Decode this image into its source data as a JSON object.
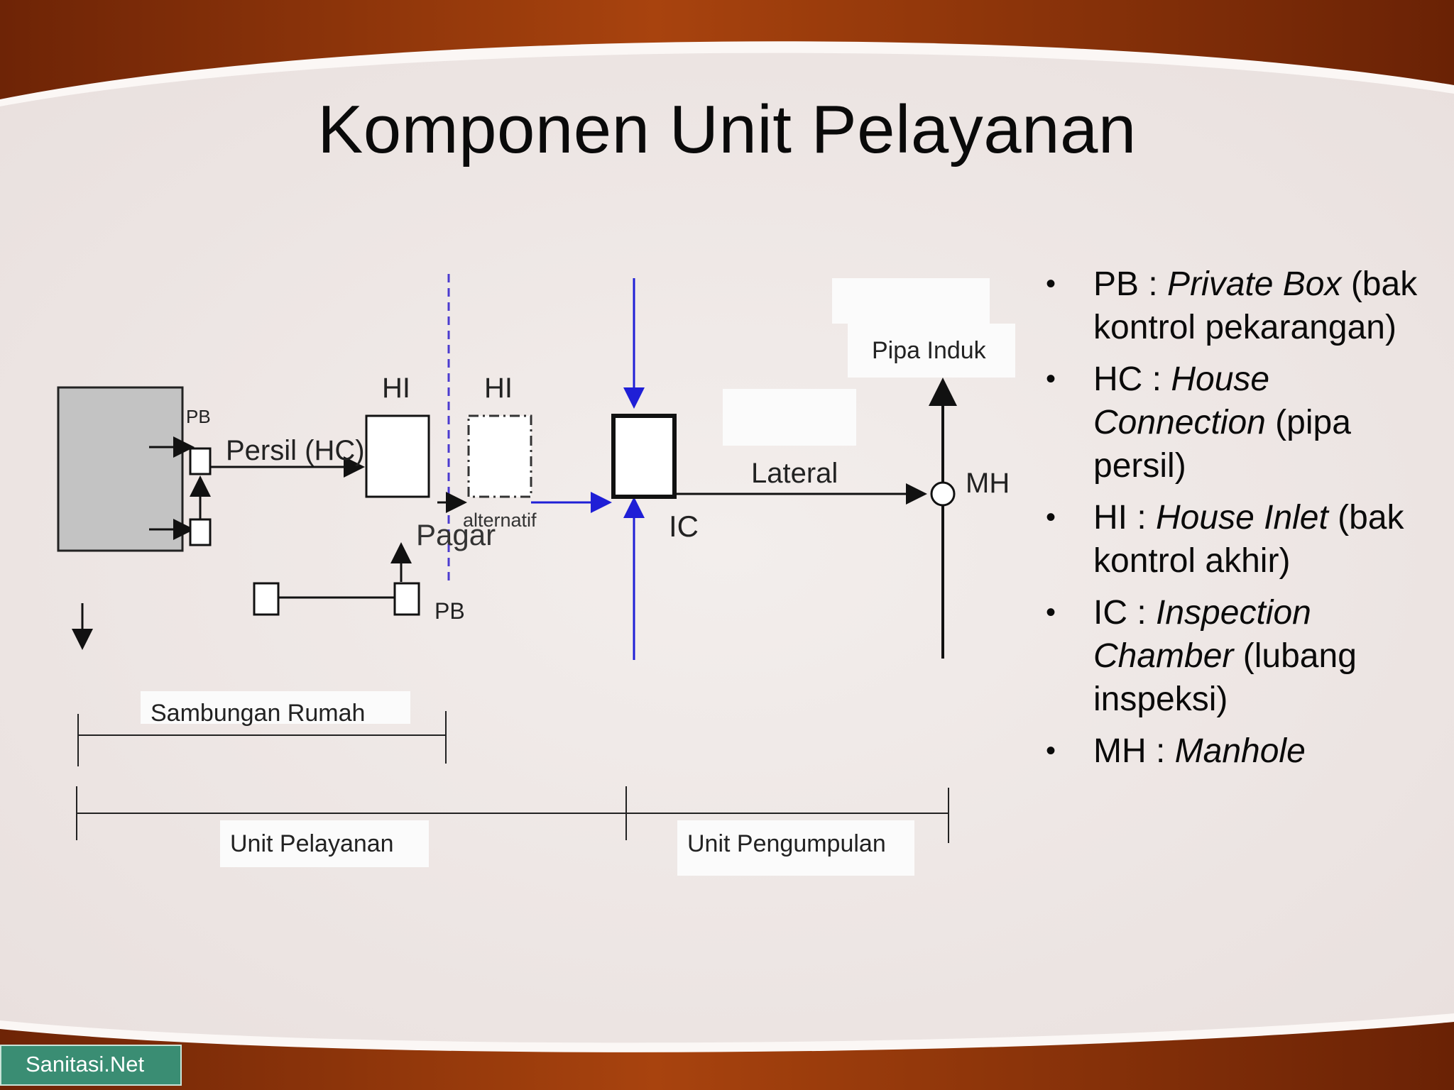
{
  "slide": {
    "title": "Komponen Unit Pelayanan",
    "footer": "Sanitasi.Net",
    "colors": {
      "frame": "#8a3308",
      "panel": "#efe8e6",
      "footer_bg": "#3a8d73",
      "pipe_blue": "#1f1fd6"
    }
  },
  "diagram": {
    "labels": {
      "pb_top": "PB",
      "persil": "Persil (HC)",
      "hi_1": "HI",
      "hi_2": "HI",
      "pagar": "Pagar",
      "alternatif": "alternatif",
      "pb_bottom": "PB",
      "ic": "IC",
      "lateral": "Lateral",
      "mh": "MH",
      "pipa_induk": "Pipa Induk",
      "sambungan_rumah": "Sambungan Rumah",
      "unit_pelayanan": "Unit Pelayanan",
      "unit_pengumpulan": "Unit Pengumpulan"
    }
  },
  "bullets": [
    {
      "term": "PB : ",
      "italic": "Private Box",
      "rest": " (bak kontrol pekarangan)"
    },
    {
      "term": "HC : ",
      "italic": "House Connection",
      "rest": " (pipa persil)"
    },
    {
      "term": "HI : ",
      "italic": "House Inlet",
      "rest": " (bak kontrol akhir)"
    },
    {
      "term": "IC : ",
      "italic": "Inspection Chamber",
      "rest": " (lubang inspeksi)"
    },
    {
      "term": "MH : ",
      "italic": "Manhole",
      "rest": ""
    }
  ],
  "bullet_char": "•"
}
